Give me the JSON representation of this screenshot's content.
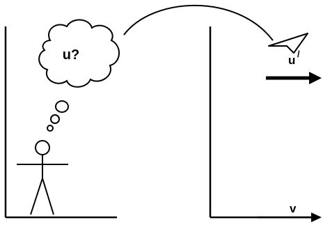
{
  "labels": {
    "thought": "u?",
    "plane_velocity": "u",
    "plane_velocity_prime": "/",
    "frame_velocity": "v"
  },
  "colors": {
    "ink": "#000000",
    "background": "#ffffff"
  }
}
